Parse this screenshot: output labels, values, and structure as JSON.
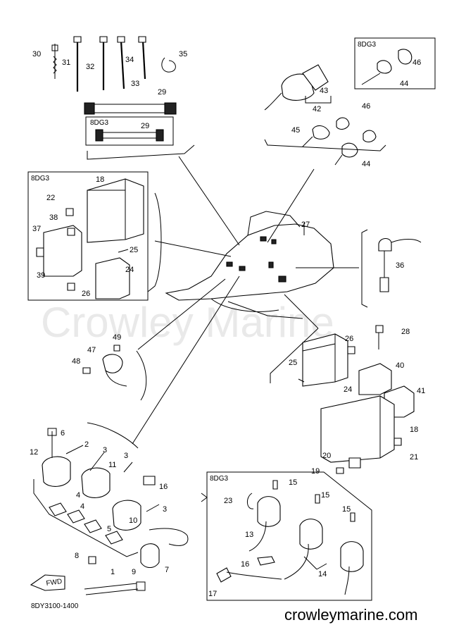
{
  "watermark": "Crowley Marine",
  "diagram_code": "8DY3100-1400",
  "website": "crowleymarine.com",
  "fwd_label": "FWD",
  "variant_tags": [
    "8DG3",
    "8DG3",
    "8DG3",
    "8DG3"
  ],
  "callouts": [
    "1",
    "2",
    "3",
    "3",
    "3",
    "4",
    "4",
    "5",
    "6",
    "7",
    "8",
    "9",
    "10",
    "11",
    "12",
    "13",
    "14",
    "15",
    "15",
    "15",
    "16",
    "16",
    "17",
    "18",
    "18",
    "19",
    "20",
    "21",
    "22",
    "23",
    "24",
    "24",
    "25",
    "25",
    "26",
    "26",
    "27",
    "28",
    "29",
    "29",
    "30",
    "31",
    "32",
    "33",
    "34",
    "35",
    "36",
    "37",
    "38",
    "39",
    "40",
    "41",
    "42",
    "43",
    "44",
    "44",
    "45",
    "46",
    "46",
    "47",
    "48",
    "49"
  ]
}
